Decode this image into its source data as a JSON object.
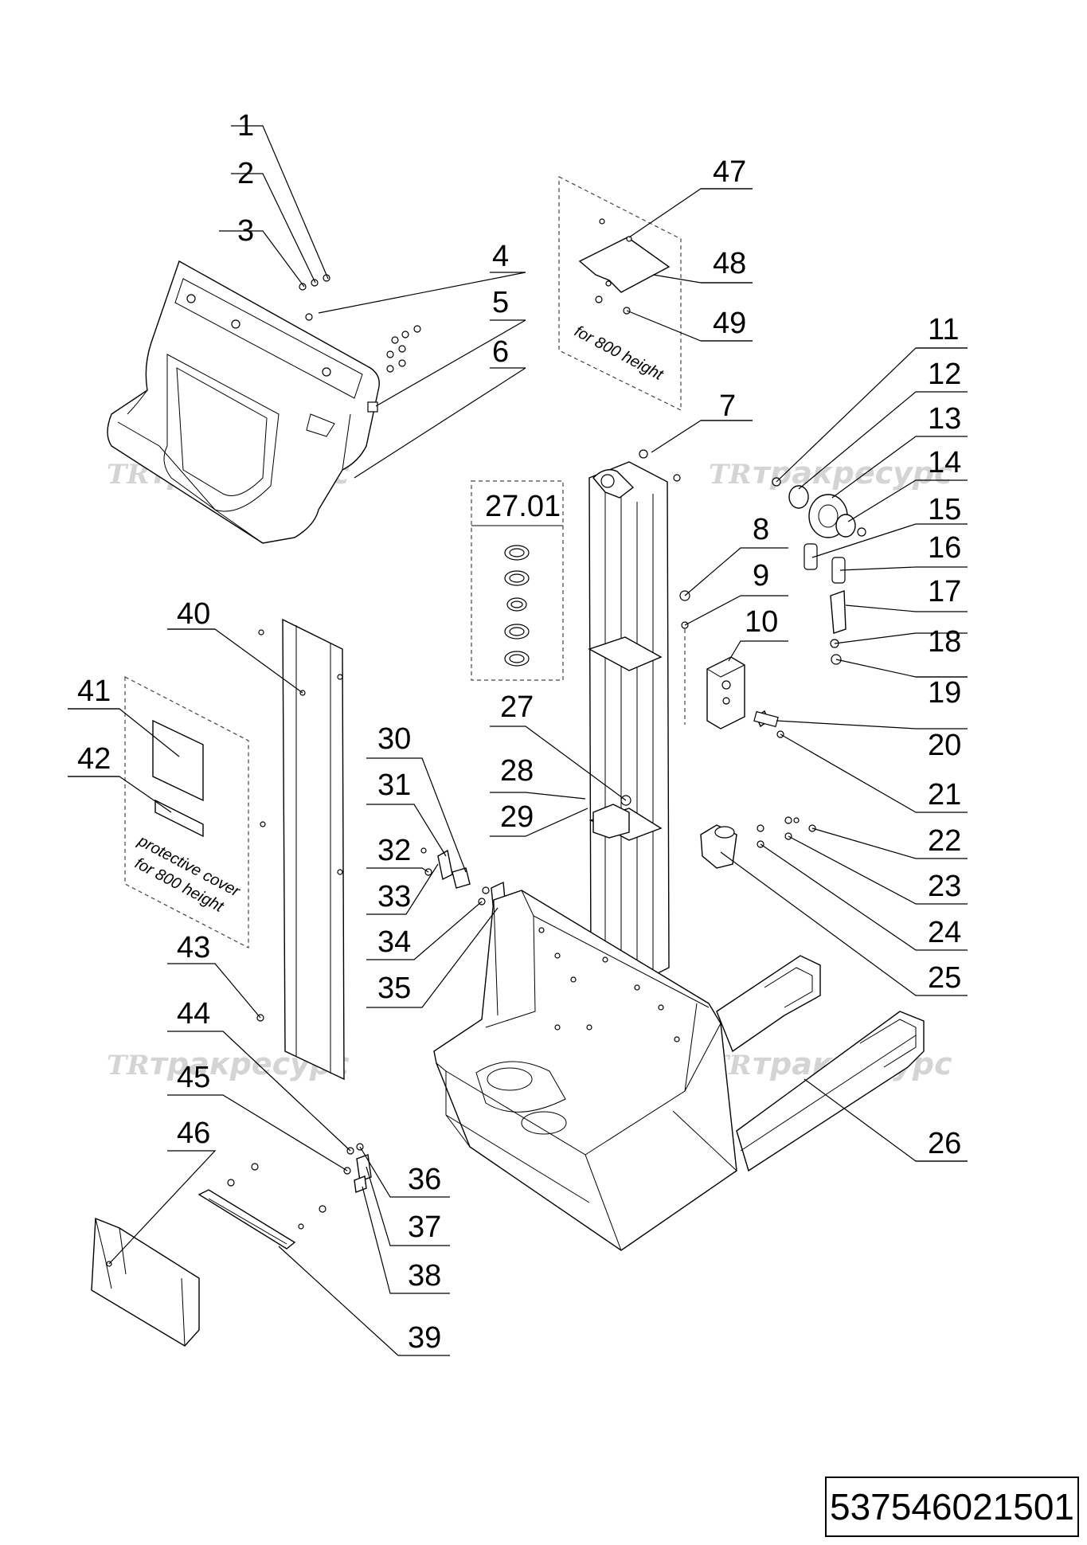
{
  "drawing": {
    "part_number": "537546021501",
    "watermark": "тракресурс",
    "watermark_logo": "TR",
    "notes": {
      "top_inset": "for 800 height",
      "left_inset_line1": "protective cover",
      "left_inset_line2": "for 800 height",
      "kit_label": "27.01"
    },
    "callouts": [
      "1",
      "2",
      "3",
      "4",
      "5",
      "6",
      "7",
      "8",
      "9",
      "10",
      "11",
      "12",
      "13",
      "14",
      "15",
      "16",
      "17",
      "18",
      "19",
      "20",
      "21",
      "22",
      "23",
      "24",
      "25",
      "26",
      "27",
      "28",
      "29",
      "30",
      "31",
      "32",
      "33",
      "34",
      "35",
      "36",
      "37",
      "38",
      "39",
      "40",
      "41",
      "42",
      "43",
      "44",
      "45",
      "46",
      "47",
      "48",
      "49"
    ]
  }
}
